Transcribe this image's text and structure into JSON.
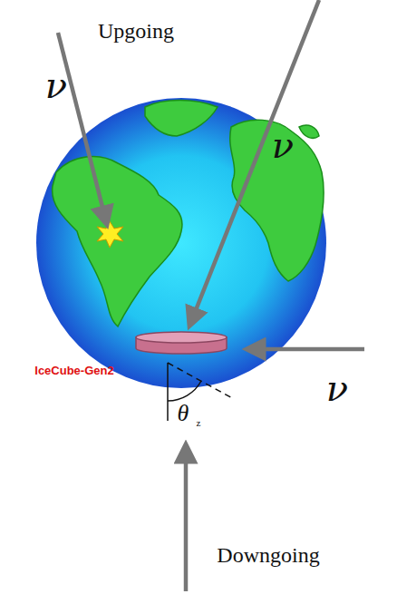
{
  "diagram": {
    "labels": [
      "Upgoing",
      "ν",
      "ν",
      "ν",
      "IceCube-Gen2",
      "θ",
      "z",
      "Downgoing"
    ]
  }
}
